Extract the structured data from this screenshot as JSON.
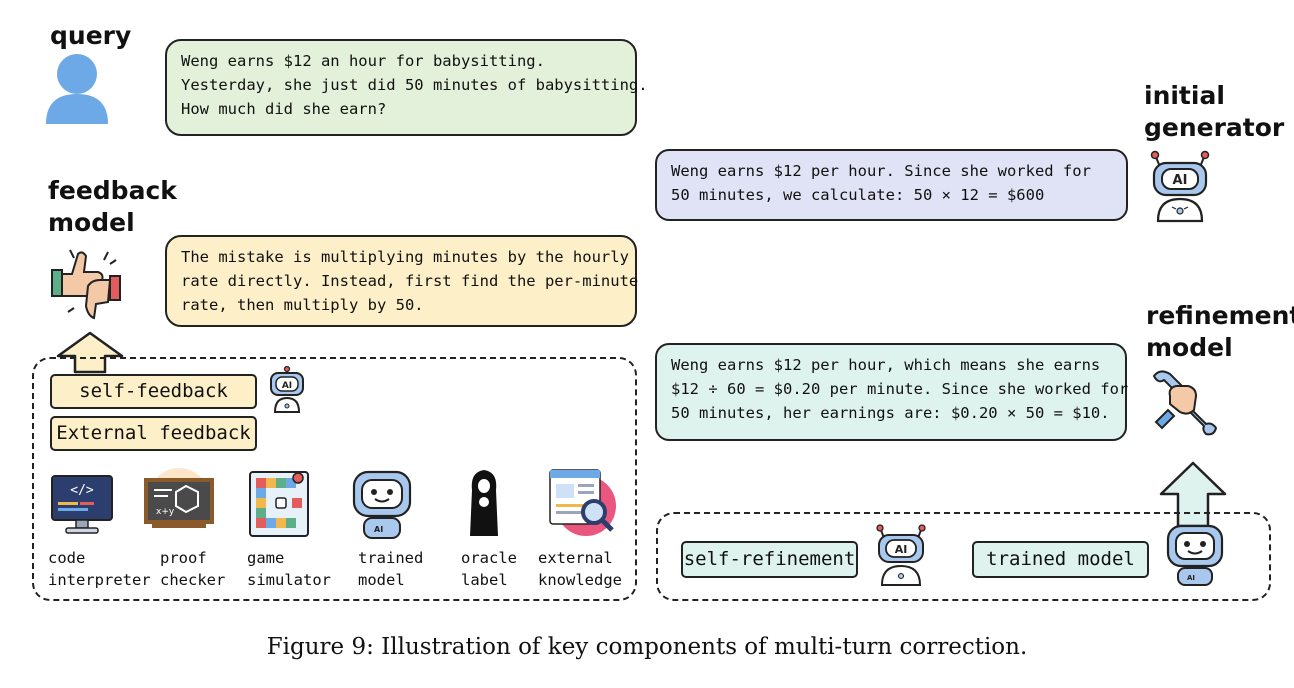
{
  "labels": {
    "query": "query",
    "feedback_model": [
      "feedback",
      "model"
    ],
    "initial_generator": [
      "initial",
      "generator"
    ],
    "refinement_model": [
      "refinement",
      "model"
    ]
  },
  "query_box": [
    "Weng earns $12 an hour for babysitting.",
    "Yesterday, she just did 50 minutes of babysitting.",
    "How much did she earn?"
  ],
  "feedback_box": [
    "The mistake is multiplying minutes by the hourly",
    "rate directly. Instead, first find the per-minute",
    "rate, then multiply by 50."
  ],
  "initial_answer_box": [
    "Weng earns $12 per hour. Since she worked for",
    "50 minutes, we calculate: 50 × 12 = $600"
  ],
  "refined_answer_box": [
    "Weng earns $12 per hour, which means she earns",
    "$12 ÷ 60 = $0.20 per minute. Since she worked for",
    "50 minutes, her earnings are: $0.20 × 50 = $10."
  ],
  "feedback_sources": {
    "self_feedback": "self-feedback",
    "external_feedback": "External feedback",
    "tools": [
      {
        "label": [
          "code",
          "interpreter"
        ],
        "icon": "code-interpreter-icon"
      },
      {
        "label": [
          "proof",
          "checker"
        ],
        "icon": "proof-checker-icon"
      },
      {
        "label": [
          "game",
          "simulator"
        ],
        "icon": "game-simulator-icon"
      },
      {
        "label": [
          "trained",
          "model"
        ],
        "icon": "trained-model-icon"
      },
      {
        "label": [
          "oracle",
          "label"
        ],
        "icon": "oracle-icon"
      },
      {
        "label": [
          "external",
          "knowledge"
        ],
        "icon": "external-knowledge-icon"
      }
    ]
  },
  "refinement_sources": {
    "self_refinement": "self-refinement",
    "trained_model": "trained model"
  },
  "caption": "Figure 9: Illustration of key components of multi-turn correction.",
  "robot_badge": "AI",
  "colors": {
    "green_box": "#e4f1da",
    "yellow_box": "#fdefc8",
    "purple_box": "#dfe3f5",
    "teal_box": "#dff3ee",
    "robot_blue": "#a9c8ee"
  }
}
